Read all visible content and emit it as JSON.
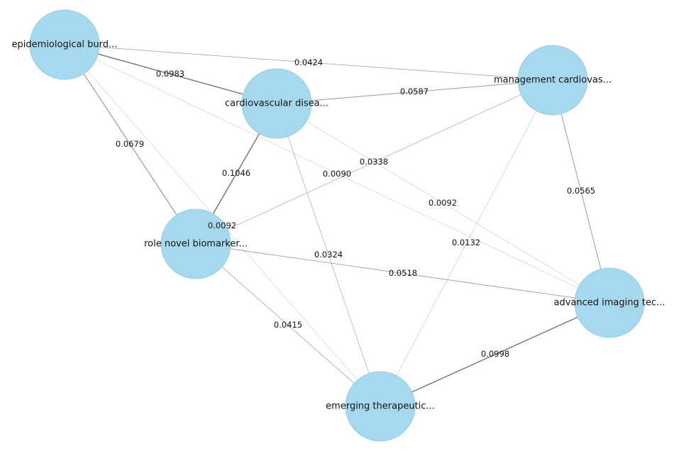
{
  "graph": {
    "nodes": [
      {
        "id": "epi",
        "label": "epidemiological burd..."
      },
      {
        "id": "cvd",
        "label": "cardiovascular disea..."
      },
      {
        "id": "mgmt",
        "label": "management cardiovas..."
      },
      {
        "id": "bio",
        "label": "role novel biomarker..."
      },
      {
        "id": "img",
        "label": "advanced imaging tec..."
      },
      {
        "id": "ther",
        "label": "emerging therapeutic..."
      }
    ],
    "edges": [
      {
        "source": "epi",
        "target": "mgmt",
        "weight": "0.0424"
      },
      {
        "source": "epi",
        "target": "cvd",
        "weight": "0.0983"
      },
      {
        "source": "cvd",
        "target": "mgmt",
        "weight": "0.0587"
      },
      {
        "source": "epi",
        "target": "bio",
        "weight": "0.0679"
      },
      {
        "source": "cvd",
        "target": "bio",
        "weight": "0.1046"
      },
      {
        "source": "mgmt",
        "target": "bio",
        "weight": "0.0338"
      },
      {
        "source": "epi",
        "target": "img",
        "weight": "0.0090"
      },
      {
        "source": "cvd",
        "target": "img",
        "weight": "0.0092"
      },
      {
        "source": "mgmt",
        "target": "img",
        "weight": "0.0565"
      },
      {
        "source": "epi",
        "target": "ther",
        "weight": "0.0092"
      },
      {
        "source": "mgmt",
        "target": "ther",
        "weight": "0.0132"
      },
      {
        "source": "cvd",
        "target": "ther",
        "weight": "0.0324"
      },
      {
        "source": "bio",
        "target": "img",
        "weight": "0.0518"
      },
      {
        "source": "bio",
        "target": "ther",
        "weight": "0.0415"
      },
      {
        "source": "img",
        "target": "ther",
        "weight": "0.0998"
      }
    ]
  }
}
